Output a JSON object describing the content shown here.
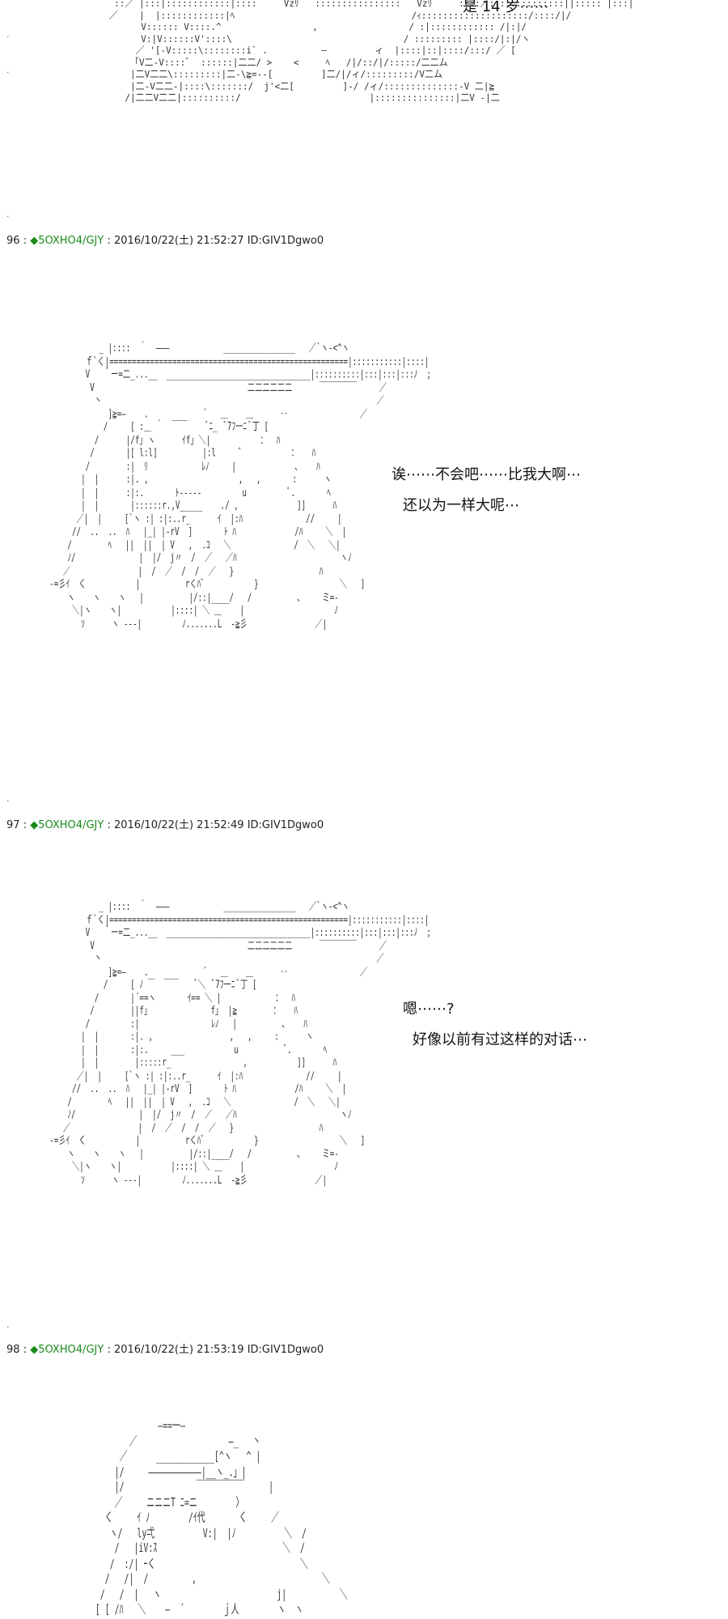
{
  "top": {
    "dialog": "是 14 岁⋯⋯",
    "aa": "     ::／ |:::|::::::::::::|::::     Vzﾘ   ::::::::::::::::   Vzﾘ     ::::／::::::::::::::||::::: |:::|\n    ／    |  |::::::::::::|ﾍ                                 /ｨ::::::::::::::::::::/::::/|/\n          V:::::: V::::.^                 ,                 / :|:::::::::::: /|:|/\n          V:|V::::::V'::::\\                                / ::::::::: |::::/|:|/ヽ\n         ／ '[-V:::::\\::::::::i` .          ―         ィ  |::::|::|::::/:::/ ／ [\n        「V二-V::::ﾞ  ::::::|二二/ >    <     ﾍ   /|/::/|/:::::/二二ム\n        |二V二二\\:::::::::|二-\\≧=--[         ]二/|/ィ/:::::::::/V二ム\n        |二-V二二-|::::\\:::::::/  j'<二[         ]-/ /ィ/::::::::::::::-V 二|≧\n       /|二二V二二|::::::::::/                        |:::::::::::::::|二V -|二"
  },
  "posts": [
    {
      "number": "96",
      "trip": "5OXHO4/GJY",
      "datetime": "2016/10/22(土) 21:52:27",
      "id": "ID:GIV1Dgwo0",
      "aa": "             _ |::::  ｀  ―――            ________________   ／`ヽ-<^ヽ\n          ｆ`く|=====================================================|:::::::::::|::::|\n          V   ｀ー=二_...__  ________________________________|::::::::::|:::|:::|:::ﾉ  ;\n           V                                  二二二二二二      ￣￣￣￣￣     ／\n            丶                                                             ／\n               ]≧=―    .            ´   ＿    ＿      ‥                ／\n              /     [ :＿ ｀  ￣￣    ﾞﾆ_  ﾞ7ﾌ一ﾆ ﾞ丁 [\n            /      |/f｣ ヽ      ｲf｣ ＼|           ：  ﾊ\n           /       |[ l:l]          |:l     ゛          ：   ﾊ\n          /        :|  ﾘ            ﾚﾉ     |             ､    ﾊ\n         |  |      :|. ,                    ,   ,       :      ヽ\n         |  |      :|:.       ﾄ-----         u         ﾞ.       ﾍ\n         |  |       |::::::r.,V_____    ./ ,             ]]      ﾊ\n        ／|  |     [`ヽ :| :|:..r_      ｲ  |:ﾊ              //     |\n       //  ..  ..  ﾊ   |_| |-rV  ]       ﾄ ﾊ             /ﾊ     ＼  |\n      /        ﾍ   ||  ||  | V   ,  .ｺ   ＼              /  ＼   ＼|\n      ﾉ/              |  |/  j〃  /  ／   ／ﾊ                       ヽﾉ\n     ／               |  /  ／  /  /  ／   }                   ﾊ\n  -=彡ｲ  く           |          rくﾊﾞ           }                  ＼   ]\n      ヽ    ヽ    ヽ   |          |/::|____/   /          、    ミ=-\n       ＼|ヽ    ヽ|           |::::| ＼ ＿    |                    ﾉ\n         ｿ      ヽ ---|         ﾉ.......L  -≧彡               ／|",
      "dialog": [
        "诶⋯⋯不会吧⋯⋯比我大啊⋯",
        "还以为一样大呢⋯"
      ]
    },
    {
      "number": "97",
      "trip": "5OXHO4/GJY",
      "datetime": "2016/10/22(土) 21:52:49",
      "id": "ID:GIV1Dgwo0",
      "aa": "             _ |::::  ｀  ―――            ________________   ／`ヽ-<^ヽ\n          ｆ`く|=====================================================|:::::::::::|::::|\n          V   ｀ー=二_...__  ________________________________|::::::::::|:::|:::|:::ﾉ  ;\n           V                                  二二二二二二      ￣￣￣￣￣     ／\n            丶                                                             ／\n               ]≧=―    .            ´   ＿    ＿      ‥                ／\n              /     [ ﾉ ￣  ￣￣    ﾞ＼  ﾞ7ﾌ一ﾆ ﾞ丁 [\n            /       |´==ヽ       ｲ== ＼ |            ：  ﾊ\n           /        ||f｣              f｣  |≧        ：   ﾊ\n          /         :|                ﾚﾉ   |          ､    ﾊ\n         |  |       :|. ,                 ,   ,     :      ヽ\n         |  |       :|:.     ___           u          ﾞ.       ﾍ\n         |  |        |:::::r_                ,           ]]      ﾊ\n        ／|  |     [`ヽ :| :|:..r_      ｲ  |:ﾊ              //     |\n       //  ..  ..  ﾊ   |_| |-rV  ]       ﾄ ﾊ             /ﾊ     ＼  |\n      /        ﾍ   ||  ||  | V   ,  .ｺ   ＼              /  ＼   ＼|\n      ﾉ/              |  |/  j〃  /  ／   ／ﾊ                       ヽﾉ\n     ／               |  /  ／  /  /  ／   }                   ﾊ\n  -=彡ｲ  く           |          rくﾊﾞ           }                  ＼   ]\n      ヽ    ヽ    ヽ   |          |/::|____/   /          、    ミ=-\n       ＼|ヽ    ヽ|           |::::| ＼ ＿    |                    ﾉ\n         ｿ      ヽ ---|         ﾉ.......L  -≧彡               ／|",
      "dialog": [
        "嗯⋯⋯?",
        "好像以前有过这样的对话⋯"
      ]
    },
    {
      "number": "98",
      "trip": "5OXHO4/GJY",
      "datetime": "2016/10/22(土) 21:53:19",
      "id": "ID:GIV1Dgwo0",
      "aa": "                   ―==一―\n             ／                   ―_   丶\n           ／      ____________[^ヽ   ^ |\n          |/     ―――――――――――|__ヽ_.」|\n          |/               ￣￣￣￣￣￣     |\n          ／     ニニニT ﾆ=ニ        〉\n        く     ｲ ﾉ        /ｲ代       く     ／\n         ヽ/   ly弌          V:|  |ﾉ          ＼  /\n          /   |iV:ｽ                          ＼  /\n         /  :/| ｰく                              ＼\n        /   /|  /         ,                          ＼\n       /   /  |   ヽ                        j|           ＼\n      [ [ /ﾊ   ＼    ―  ´        ｊ人        ヽ  ヽ"
    }
  ]
}
